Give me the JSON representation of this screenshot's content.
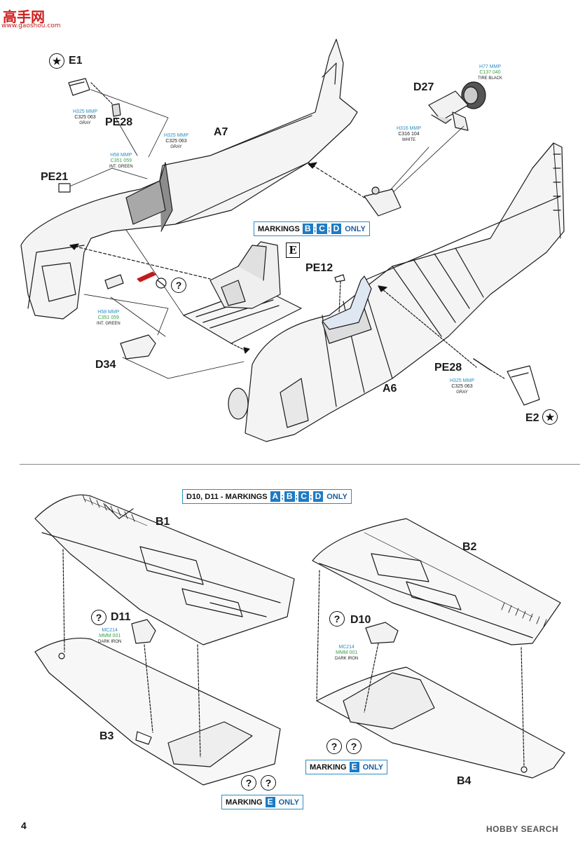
{
  "watermark_site": "高手网",
  "watermark_site_url": "www.gaoshou.com",
  "page_number": "4",
  "footer_watermark": "HOBBY SEARCH",
  "top_section": {
    "labels": {
      "e1": "E1",
      "pe28_top": "PE28",
      "a7": "A7",
      "pe21": "PE21",
      "d27": "D27",
      "pe12": "PE12",
      "d34": "D34",
      "a6": "A6",
      "pe28_bottom": "PE28",
      "e2": "E2"
    },
    "paints": {
      "pe28_top": {
        "mmp": "H325 MMP",
        "code": "C325  063",
        "name": "GRAY"
      },
      "a7": {
        "mmp": "H325 MMP",
        "code": "C325  063",
        "name": "GRAY"
      },
      "int_green_top": {
        "mmp": "H58  MMP",
        "code": "C351  059",
        "name": "INT. GREEN"
      },
      "d27_tire": {
        "mmp": "H77  MMP",
        "code": "C137  040",
        "name": "TIRE BLACK"
      },
      "d27_white": {
        "mmp": "H316 MMP",
        "code": "C316  104",
        "name": "WHITE"
      },
      "int_green_bottom": {
        "mmp": "H58  MMP",
        "code": "C351  059",
        "name": "INT. GREEN"
      },
      "pe28_bottom": {
        "mmp": "H325 MMP",
        "code": "C325  063",
        "name": "GRAY"
      }
    },
    "markings_banner": {
      "prefix": "MARKINGS",
      "keys": [
        "B",
        "C",
        "D"
      ],
      "suffix": "ONLY"
    },
    "option_marker": "?",
    "box_letter": "E"
  },
  "bottom_section": {
    "banner": {
      "prefix": "D10, D11 - MARKINGS",
      "keys": [
        "A",
        "B",
        "C",
        "D"
      ],
      "suffix": "ONLY"
    },
    "labels": {
      "b1": "B1",
      "d11": "D11",
      "b3": "B3",
      "b2": "B2",
      "d10": "D10",
      "b4": "B4"
    },
    "paints": {
      "d11": {
        "mmp": "MC214",
        "code": "MMM 001",
        "name": "DARK IRON"
      },
      "d10": {
        "mmp": "MC214",
        "code": "MMM 001",
        "name": "DARK IRON"
      }
    },
    "marking_left": {
      "prefix": "MARKING",
      "key": "E",
      "suffix": "ONLY"
    },
    "marking_right": {
      "prefix": "MARKING",
      "key": "E",
      "suffix": "ONLY"
    }
  },
  "colors": {
    "line": "#1a1a1a",
    "part_gray": "#9a9a9a",
    "accent_blue": "#1d7bc4",
    "paint_green": "#3aa34a",
    "highlight_red": "#c41a1a"
  }
}
